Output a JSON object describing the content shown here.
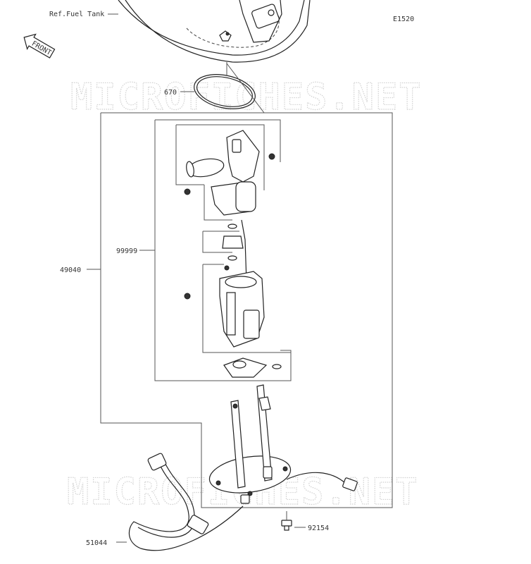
{
  "diagram_code": "E1520",
  "reference_label": "Ref.Fuel Tank",
  "direction_label": "FRONT",
  "watermark": "MICROFICHES.NET",
  "parts": [
    {
      "number": "670"
    },
    {
      "number": "99999"
    },
    {
      "number": "49040"
    },
    {
      "number": "51044"
    },
    {
      "number": "92154"
    }
  ],
  "colors": {
    "line": "#555555",
    "ink": "#222222",
    "watermark": "#d2d2d2"
  }
}
